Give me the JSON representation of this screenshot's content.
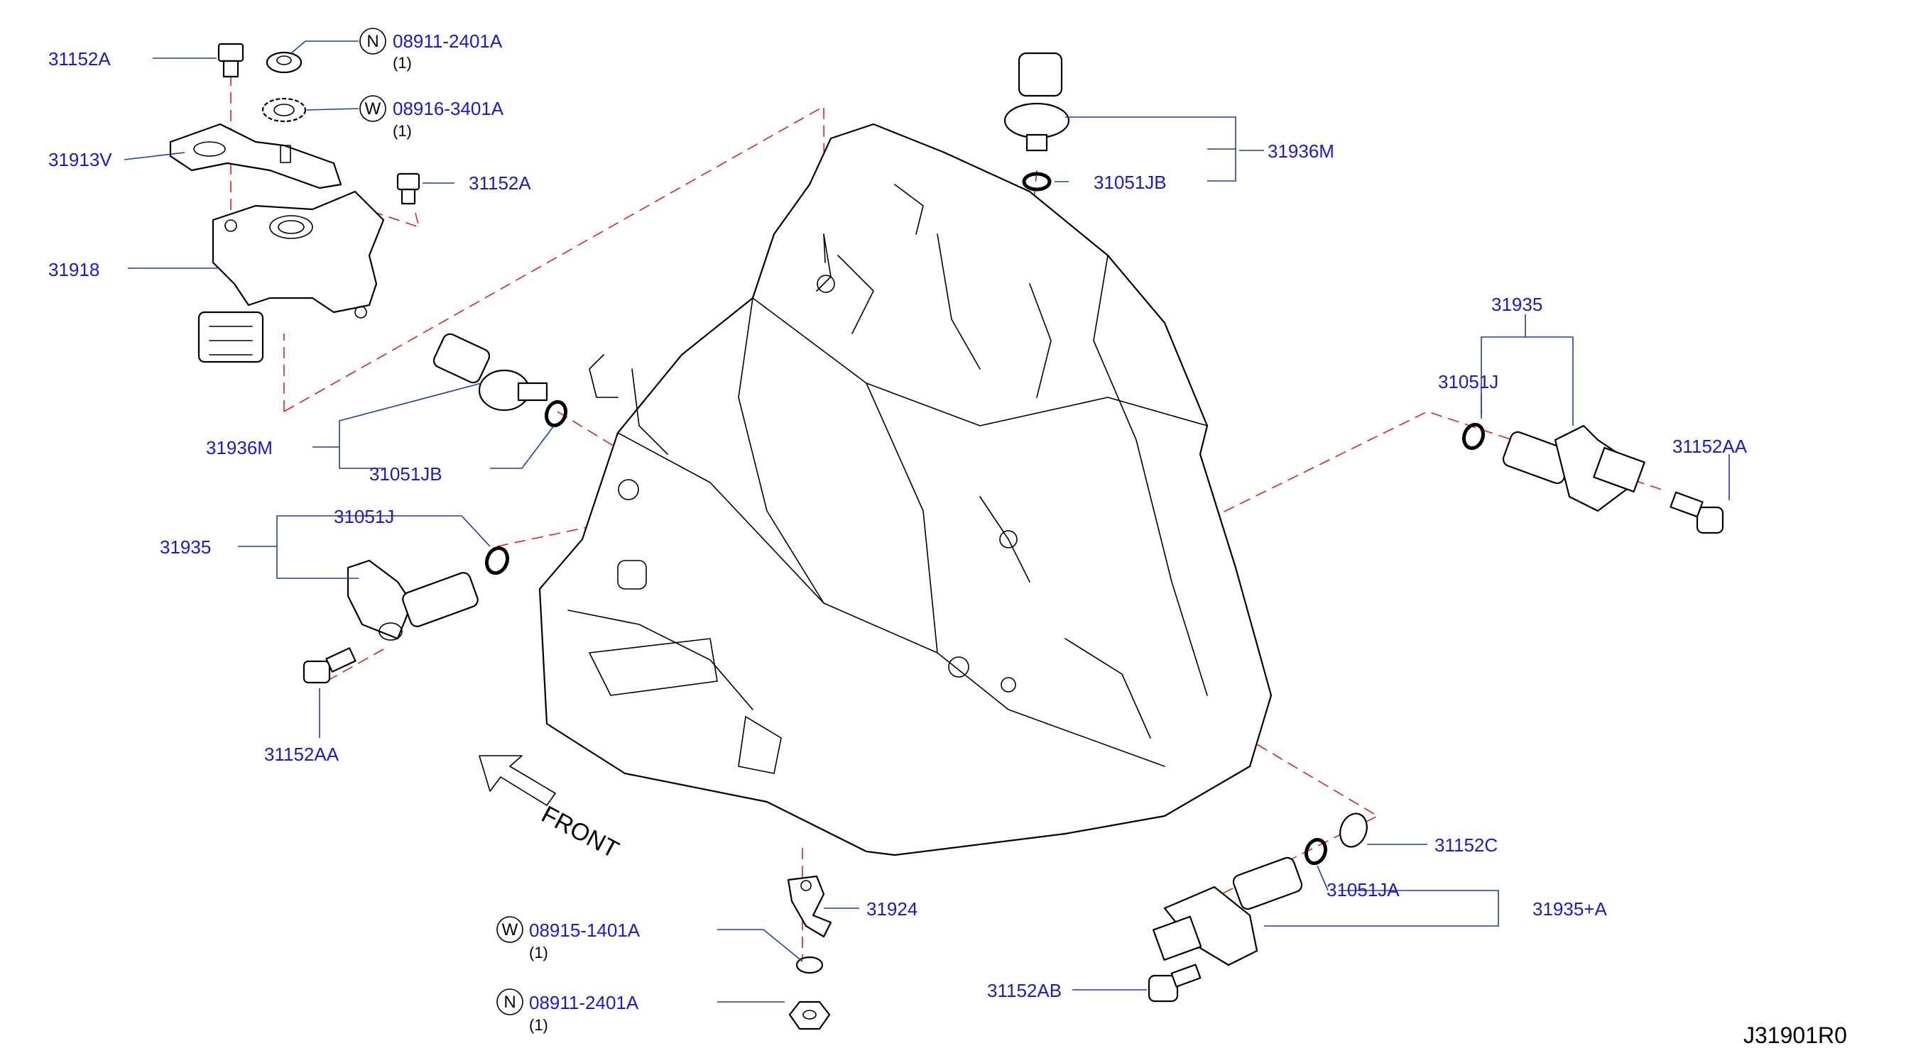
{
  "labels": {
    "l_31152A_top": "31152A",
    "l_08911_top": "08911-2401A",
    "l_08911_top_qty": "(1)",
    "l_08916": "08916-3401A",
    "l_08916_qty": "(1)",
    "l_31913V": "31913V",
    "l_31152A_mid": "31152A",
    "l_31918": "31918",
    "l_31936M_left": "31936M",
    "l_31051JB_left": "31051JB",
    "l_31051J_left": "31051J",
    "l_31935_left": "31935",
    "l_31152AA_left": "31152AA",
    "l_31936M_top": "31936M",
    "l_31051JB_top": "31051JB",
    "l_31935_right": "31935",
    "l_31051J_right": "31051J",
    "l_31152AA_right": "31152AA",
    "l_31924": "31924",
    "l_08915": "08915-1401A",
    "l_08915_qty": "(1)",
    "l_08911_bottom": "08911-2401A",
    "l_08911_bottom_qty": "(1)",
    "l_31152C": "31152C",
    "l_31051JA": "31051JA",
    "l_31935A": "31935+A",
    "l_31152AB": "31152AB"
  },
  "markers": {
    "n_top": "N",
    "w_top": "W",
    "w_bottom": "W",
    "n_bottom": "N"
  },
  "front_label": "FRONT",
  "diagram_code": "J31901R0",
  "colors": {
    "label_text": "#1a1acc",
    "leader_line": "#1a3fb0",
    "dashed_center_line": "#e02020",
    "outline": "#000000"
  }
}
